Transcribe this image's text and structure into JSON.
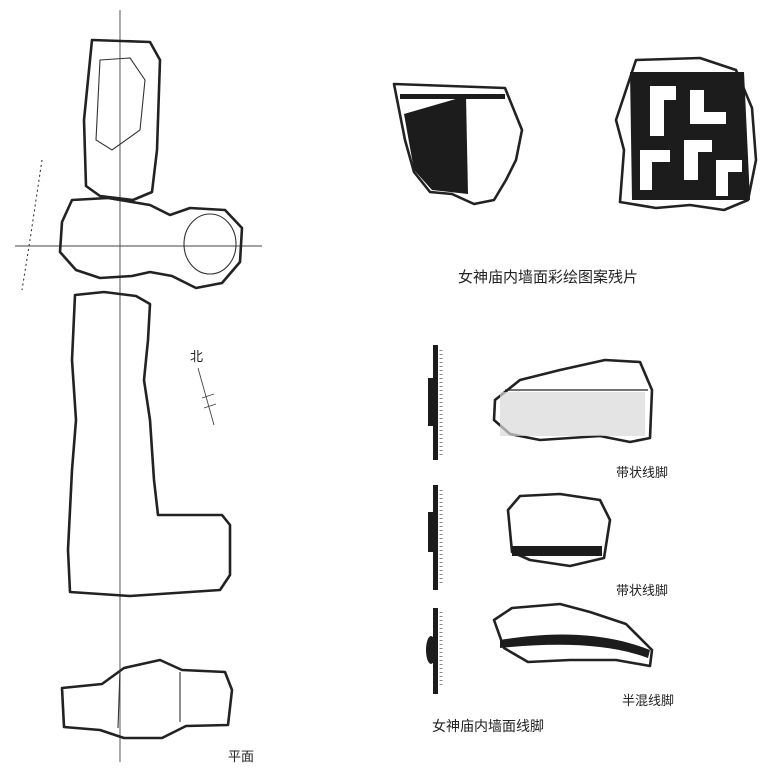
{
  "labels": {
    "plan": "平面",
    "north": "北",
    "mural_caption": "女神庙内墙面彩绘图案残片",
    "footing_1": "带状线脚",
    "footing_2": "带状线脚",
    "footing_3": "半混线脚",
    "footing_caption": "女神庙内墙面线脚"
  },
  "colors": {
    "ink": "#1c1c1c",
    "paper": "#ffffff"
  }
}
